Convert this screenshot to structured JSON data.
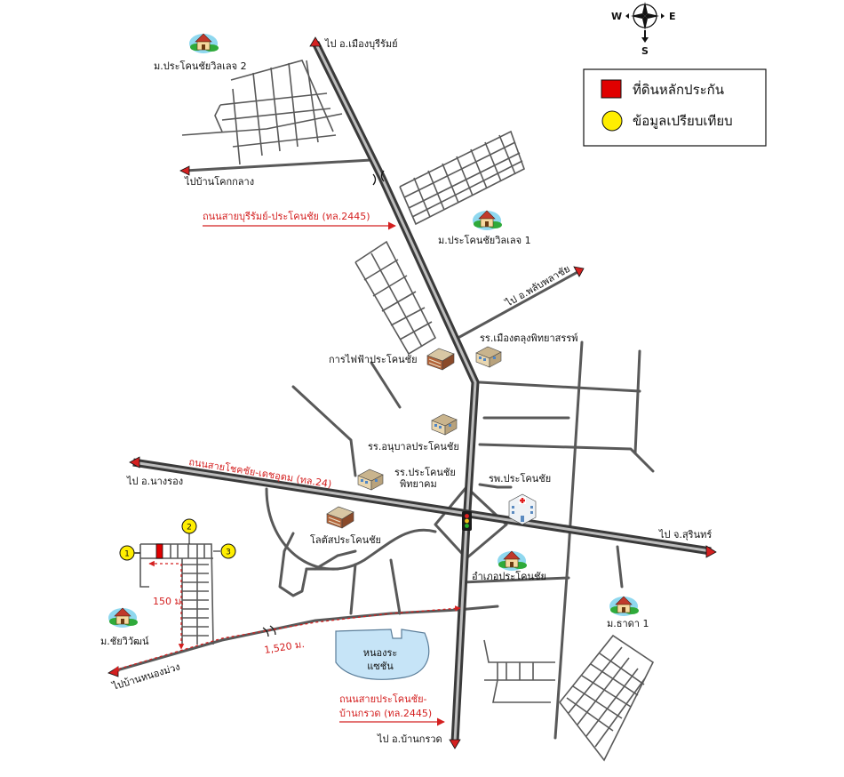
{
  "compass": {
    "west": "W",
    "east": "E",
    "south": "S"
  },
  "legend": {
    "collateral": "ที่ดินหลักประกัน",
    "comparison": "ข้อมูลเปรียบเทียบ",
    "collateral_color": "#e00000",
    "comparison_color": "#ffee00"
  },
  "destinations": {
    "buriram": "ไป อ.เมืองบุรีรัมย์",
    "ban_khok_klang": "ไปบ้านโคกกลาง",
    "phlapphla_chai": "ไป อ.พลับพลาชัย",
    "nang_rong": "ไป อ.นางรอง",
    "surin": "ไป จ.สุรินทร์",
    "ban_nong_muang": "ไปบ้านหนองม่วง",
    "ban_kruat": "ไป อ.บ้านกรวด"
  },
  "roads": {
    "road_2445_north": "ถนนสายบุรีรัมย์-ประโคนชัย (ทล.2445)",
    "road_24": "ถนนสายโชคชัย-เดชอุดม (ทล.24)",
    "road_2445_south_line1": "ถนนสายประโคนชัย-",
    "road_2445_south_line2": "บ้านกรวด (ทล.2445)"
  },
  "places": {
    "village_2": "ม.ประโคนชัยวิลเลจ 2",
    "village_1": "ม.ประโคนชัยวิลเลจ 1",
    "electricity": "การไฟฟ้าประโคนชัย",
    "school_mueang": "รร.เมืองตลุงพิทยาสรรพ์",
    "kindergarten": "รร.อนุบาลประโคนชัย",
    "school_prakhon_1": "รร.ประโคนชัย",
    "school_prakhon_2": "พิทยาคม",
    "hospital": "รพ.ประโคนชัย",
    "lotus": "โลตัสประโคนชัย",
    "district_office": "อำเภอประโคนชัย",
    "chai_wiwat": "ม.ชัยวิวัฒน์",
    "thada": "ม.ธาดา 1",
    "lake_1": "หนองระ",
    "lake_2": "แซชัน"
  },
  "distances": {
    "vertical": "150 ม.",
    "along_road": "1,520 ม."
  },
  "comparison_points": [
    "1",
    "2",
    "3"
  ]
}
